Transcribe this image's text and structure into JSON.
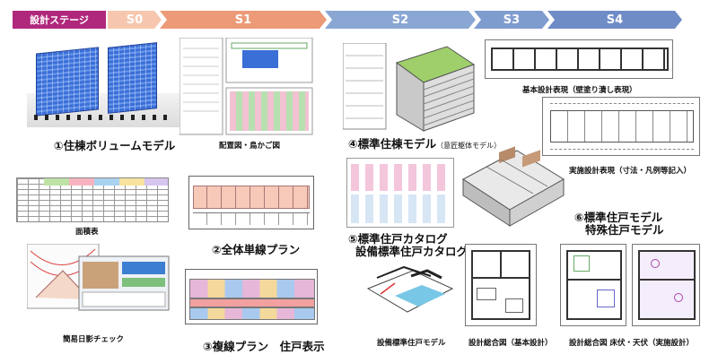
{
  "header": {
    "stage_label": "設計ステージ",
    "stages": [
      "S0",
      "S1",
      "S2",
      "S3",
      "S4"
    ],
    "colors": {
      "stage_label_bg": "#b0287c",
      "s0": "#f6c7ae",
      "s1": "#ec9a78",
      "s2": "#8aa7d4",
      "s3": "#7f9ccf",
      "s4": "#6f8cc6"
    }
  },
  "items": {
    "volume_model": "①住棟ボリュームモデル",
    "site_plan": "配置図・鳥かご図",
    "area_table": "面積表",
    "single_line_plan": "②全体単線プラン",
    "sunlight_check": "簡易日影チェック",
    "double_line_plan": "③複線プラン　住戸表示",
    "standard_building_model": "④標準住棟モデル",
    "standard_building_model_note": "（意匠躯体モデル）",
    "standard_unit_catalog_1": "⑤標準住戸カタログ",
    "standard_unit_catalog_2": "設備標準住戸カタログ",
    "basic_design_drawing": "基本設計表現（壁塗り潰し表現）",
    "detail_design_drawing": "実施設計表現（寸法・凡例等記入）",
    "unit_model_1": "⑥標準住戸モデル",
    "unit_model_2": "特殊住戸モデル",
    "equipment_unit_model": "設備標準住戸モデル",
    "general_plan_basic": "設計総合図（基本設計）",
    "general_plan_detail": "設計総合図 床伏・天伏（実施設計）"
  }
}
